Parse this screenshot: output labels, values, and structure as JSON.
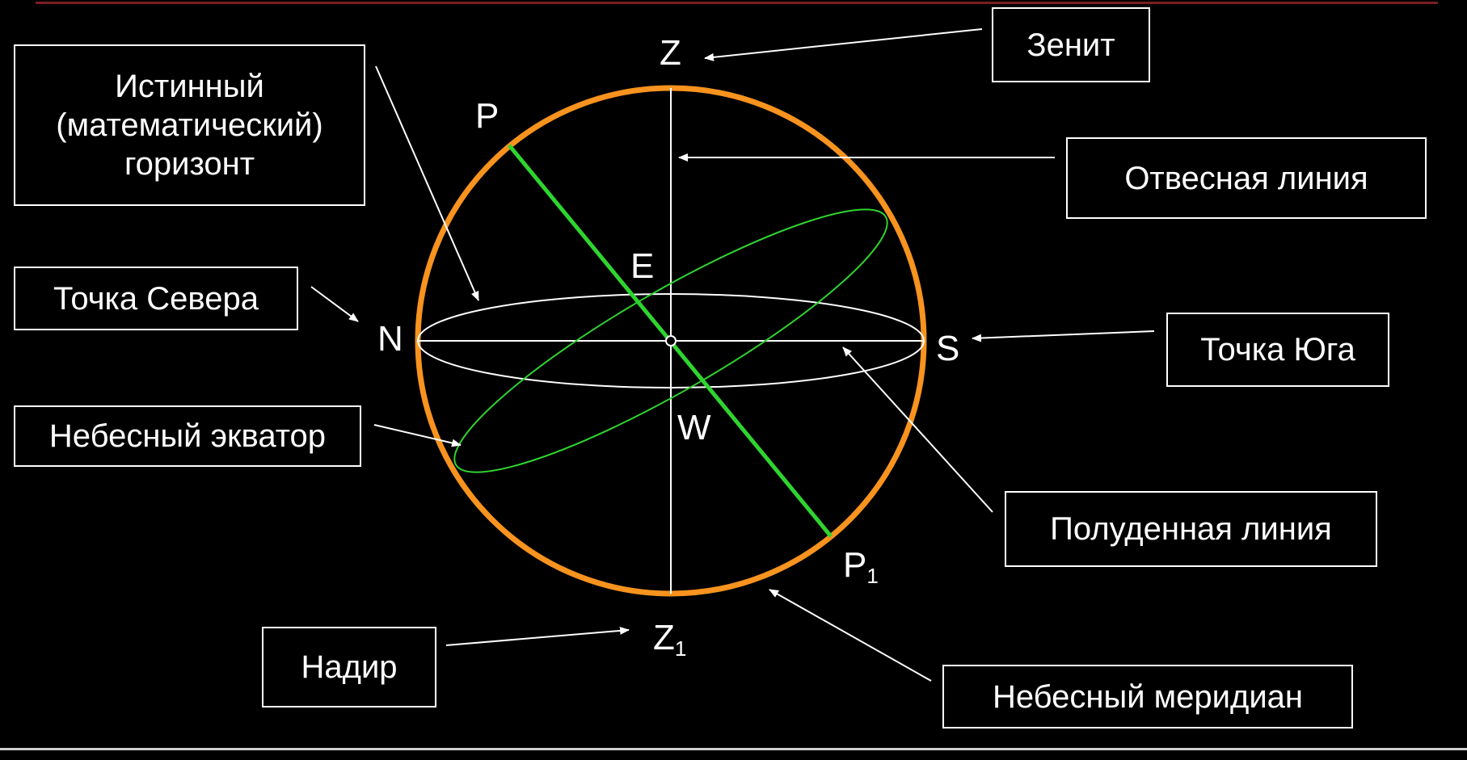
{
  "labels": {
    "true_horizon": [
      "Истинный",
      "(математический)",
      "горизонт"
    ],
    "zenith": "Зенит",
    "plumb_line": "Отвесная линия",
    "north_point": "Точка Севера",
    "south_point": "Точка Юга",
    "celestial_equator": "Небесный экватор",
    "noon_line": "Полуденная линия",
    "nadir": "Надир",
    "celestial_meridian": "Небесный меридиан"
  },
  "points": {
    "z": "Z",
    "z1_base": "Z",
    "z1_sub": "1",
    "p": "P",
    "p1_base": "P",
    "p1_sub": "1",
    "n": "N",
    "s": "S",
    "e": "E",
    "w": "W"
  },
  "colors": {
    "background": "#000000",
    "meridian": "#f7931e",
    "axis": "#2fd42f",
    "equator": "#2fd42f",
    "text": "#ffffff"
  }
}
